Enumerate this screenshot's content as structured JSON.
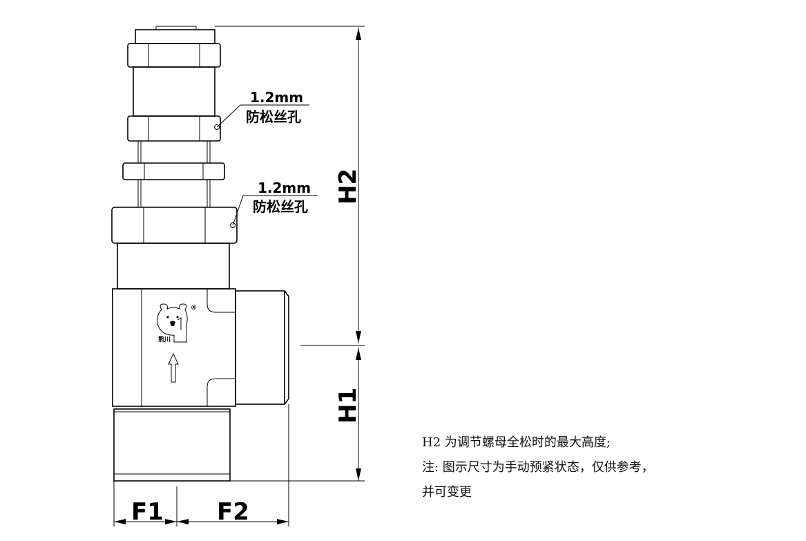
{
  "dimensions": {
    "h1": "H1",
    "h2": "H2",
    "f1": "F1",
    "f2": "F2"
  },
  "callouts": [
    {
      "size": "1.2mm",
      "text": "防松丝孔"
    },
    {
      "size": "1.2mm",
      "text": "防松丝孔"
    }
  ],
  "logo": {
    "brand": "熊川",
    "registered": "®"
  },
  "notes": [
    "H2 为调节螺母全松时的最大高度;",
    "注: 图示尺寸为手动预紧状态，仅供参考，",
    "并可变更"
  ]
}
